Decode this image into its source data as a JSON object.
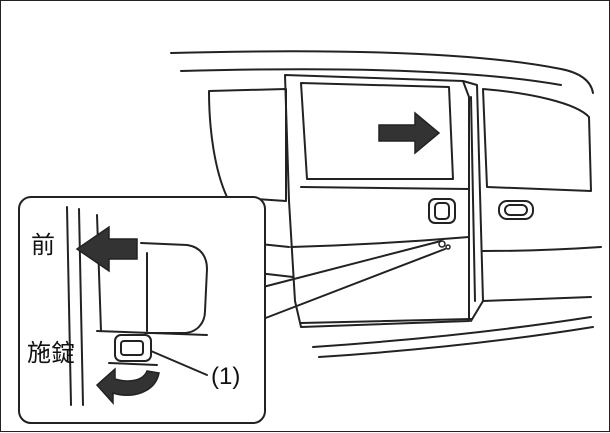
{
  "labels": {
    "front": "前",
    "lock": "施錠",
    "callout": "(1)"
  },
  "icons": {
    "slide_direction": "arrow-right-icon",
    "front_direction": "arrow-left-icon",
    "lock_rotation": "curved-arrow-icon"
  },
  "colors": {
    "line": "#222222",
    "fill": "#333333",
    "background": "#ffffff"
  }
}
